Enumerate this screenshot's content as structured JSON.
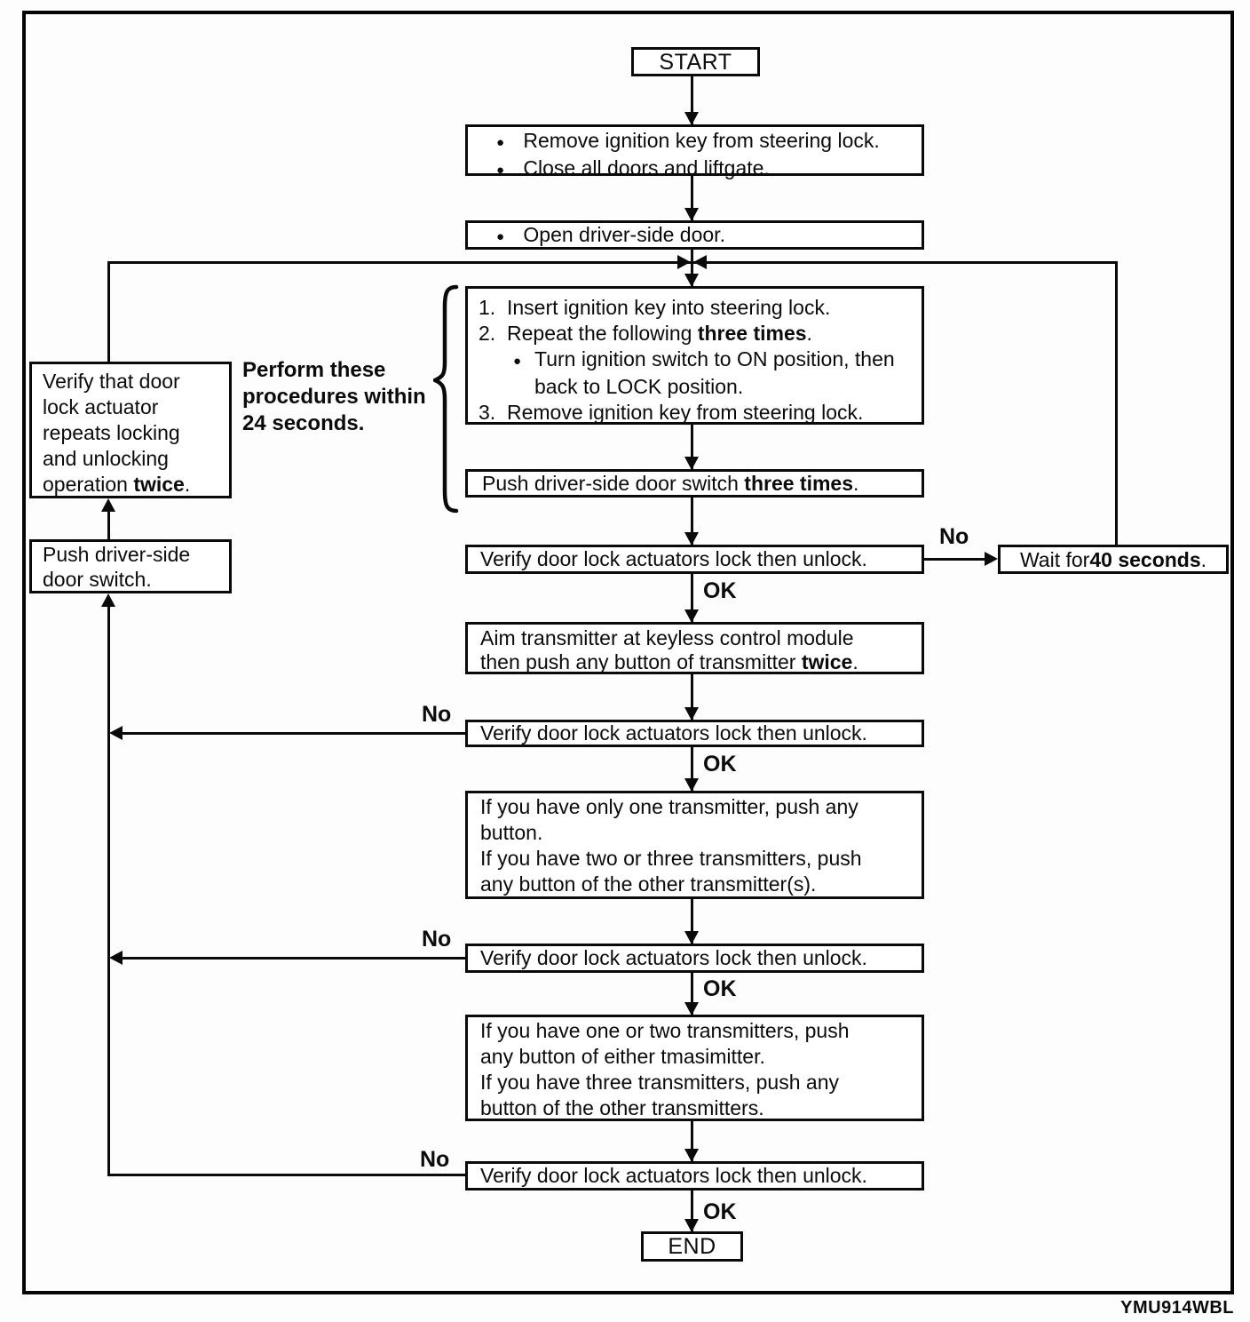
{
  "diagram": {
    "title_context": "Keyless entry transmitter programming flowchart",
    "figure_code": "YMU914WBL",
    "glyphs": {
      "bullet": "●"
    },
    "decision_labels": {
      "ok": "OK",
      "no": "No"
    },
    "nodes": {
      "start": {
        "label": "START"
      },
      "prepare": {
        "bullets": [
          "Remove ignition key from steering lock.",
          "Close all doors and liftgate."
        ]
      },
      "open_door": {
        "bullets": [
          "Open driver-side door."
        ]
      },
      "key_cycle": {
        "item1_num": "1.",
        "item1": "Insert ignition key into steering lock.",
        "item2_num": "2.",
        "item2_pre": "Repeat the following ",
        "item2_bold": "three times",
        "item2_post": ".",
        "item2_sub_line1": "Turn ignition switch to ON position, then",
        "item2_sub_line2": "back to LOCK position.",
        "item3_num": "3.",
        "item3": "Remove ignition key from steering lock."
      },
      "push_three": {
        "pre": "Push driver-side door switch ",
        "bold": "three times",
        "post": "."
      },
      "verify_actuators": {
        "label": "Verify door lock actuators lock then unlock."
      },
      "wait": {
        "pre": "Wait for ",
        "bold": "40 seconds",
        "post": "."
      },
      "aim": {
        "line1": "Aim transmitter at keyless control module",
        "line2_pre": "then push any button of transmitter ",
        "line2_bold": "twice",
        "line2_post": "."
      },
      "one_transmitter": {
        "lines": [
          "If you have only one transmitter, push any",
          "button.",
          "If you have two or three transmitters, push",
          "any button of the other transmitter(s)."
        ]
      },
      "multi_transmitter": {
        "lines": [
          "If you have one or two transmitters, push",
          "any button of either tmasimitter.",
          "If you have three transmitters, push any",
          "button of the other transmitters."
        ]
      },
      "side_verify": {
        "lines": [
          "Verify that door",
          "lock actuator",
          "repeats locking",
          "and unlocking"
        ],
        "last_pre": "operation ",
        "last_bold": "twice",
        "last_post": "."
      },
      "side_push": {
        "lines": [
          "Push driver-side",
          "door switch."
        ]
      },
      "timing_note": {
        "lines": [
          "Perform these",
          "procedures within",
          "24 seconds."
        ]
      },
      "end": {
        "label": "END"
      }
    }
  }
}
